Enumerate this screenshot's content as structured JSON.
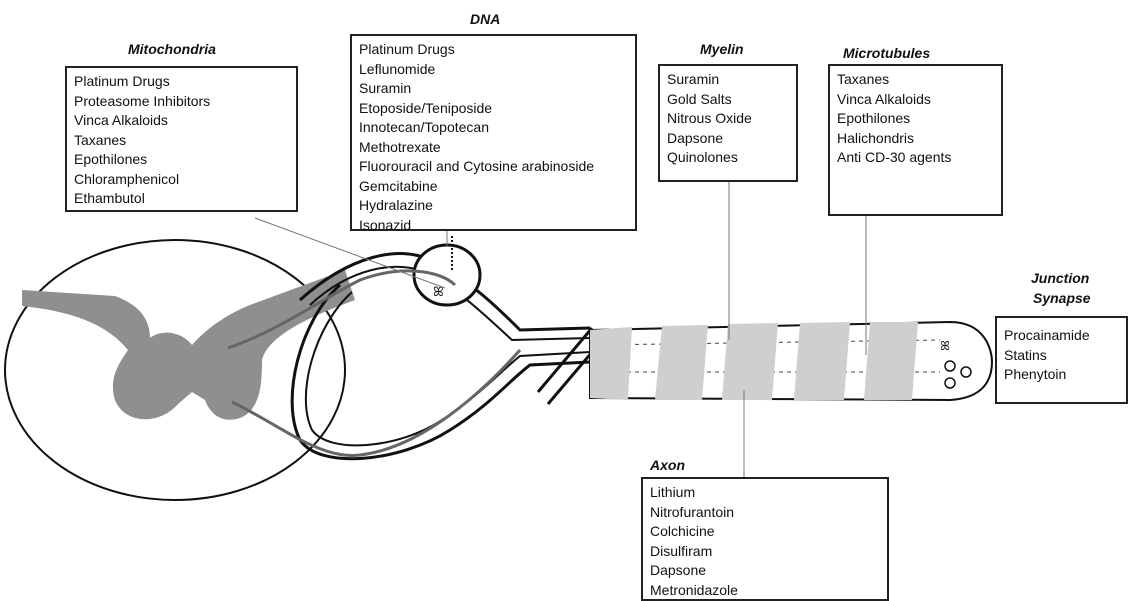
{
  "groups": {
    "mitochondria": {
      "title": "Mitochondria",
      "items": [
        "Platinum Drugs",
        "Proteasome Inhibitors",
        "Vinca Alkaloids",
        "Taxanes",
        "Epothilones",
        "Chloramphenicol",
        "Ethambutol"
      ]
    },
    "dna": {
      "title": "DNA",
      "items": [
        "Platinum Drugs",
        "Leflunomide",
        "Suramin",
        "Etoposide/Teniposide",
        "Innotecan/Topotecan",
        "Methotrexate",
        "Fluorouracil and Cytosine arabinoside",
        "Gemcitabine",
        "Hydralazine",
        "Isonazid"
      ]
    },
    "myelin": {
      "title": "Myelin",
      "items": [
        "Suramin",
        "Gold Salts",
        "Nitrous Oxide",
        "Dapsone",
        "Quinolones"
      ]
    },
    "microtubules": {
      "title": "Microtubules",
      "items": [
        "Taxanes",
        "Vinca Alkaloids",
        "Epothilones",
        "Halichondris",
        "Anti CD-30 agents"
      ]
    },
    "junction": {
      "title_line1": "Junction",
      "title_line2": "Synapse",
      "items": [
        "Procainamide",
        "Statins",
        "Phenytoin"
      ]
    },
    "axon": {
      "title": "Axon",
      "items": [
        "Lithium",
        "Nitrofurantoin",
        "Colchicine",
        "Disulfiram",
        "Dapsone",
        "Metronidazole"
      ]
    }
  },
  "colors": {
    "line": "#111111",
    "gray_matter": "#8f8f8f",
    "myelin_segment": "#cfcfcf"
  }
}
